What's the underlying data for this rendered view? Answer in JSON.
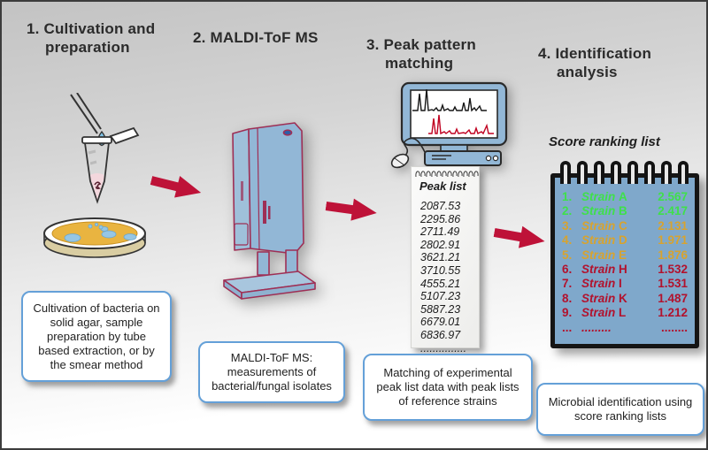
{
  "diagram_title": "MALDI-ToF MS microbial identification workflow",
  "steps": [
    {
      "title": "1. Cultivation and\npreparation",
      "caption": "Cultivation of bacteria on solid agar, sample preparation by tube based extraction, or by the smear method"
    },
    {
      "title": "2. MALDI-ToF MS",
      "caption": "MALDI-ToF MS: measurements of bacterial/fungal isolates"
    },
    {
      "title": "3. Peak pattern\nmatching",
      "caption": "Matching of experimental peak list data with peak lists of reference strains"
    },
    {
      "title": "4. Identification\nanalysis",
      "caption": "Microbial identification using score ranking lists"
    }
  ],
  "peak_list": {
    "title": "Peak list",
    "values": [
      "2087.53",
      "2295.86",
      "2711.49",
      "2802.91",
      "3621.21",
      "3710.55",
      "4555.21",
      "5107.23",
      "5887.23",
      "6679.01",
      "6836.97",
      "..............."
    ]
  },
  "score_ranking": {
    "heading": "Score ranking list",
    "rows": [
      {
        "rank": "1.",
        "strain": "Strain",
        "id": "A",
        "score": "2.567",
        "level": "green"
      },
      {
        "rank": "2.",
        "strain": "Strain",
        "id": "B",
        "score": "2.417",
        "level": "green"
      },
      {
        "rank": "3.",
        "strain": "Strain",
        "id": "C",
        "score": "2.131",
        "level": "yellow"
      },
      {
        "rank": "4.",
        "strain": "Strain",
        "id": "D",
        "score": "1.971",
        "level": "yellow"
      },
      {
        "rank": "5.",
        "strain": "Strain",
        "id": "E",
        "score": "1.876",
        "level": "yellow"
      },
      {
        "rank": "6.",
        "strain": "Strain",
        "id": "H",
        "score": "1.532",
        "level": "red"
      },
      {
        "rank": "7.",
        "strain": "Strain",
        "id": "I",
        "score": "1.531",
        "level": "red"
      },
      {
        "rank": "8.",
        "strain": "Strain",
        "id": "K",
        "score": "1.487",
        "level": "red"
      },
      {
        "rank": "9.",
        "strain": "Strain",
        "id": "L",
        "score": "1.212",
        "level": "red"
      },
      {
        "rank": "...",
        "strain": ".........",
        "id": "",
        "score": "........",
        "level": "red"
      }
    ]
  },
  "colors": {
    "arrow_red": "#be1238",
    "callout_border_blue": "#64a0d8",
    "device_blue": "#92b7d6",
    "instrument_outline": "#9e2f55",
    "agar_yellow": "#e9b440",
    "colony_blue": "#96c6e4",
    "notebook_page_blue": "#7fa8cb",
    "score_green": "#3fe04a",
    "score_yellow": "#d8a32e",
    "score_red": "#b2122d",
    "spectrum_black": "#161616",
    "spectrum_red": "#c00020",
    "tube_liquid_pink": "#f3d7dd"
  }
}
